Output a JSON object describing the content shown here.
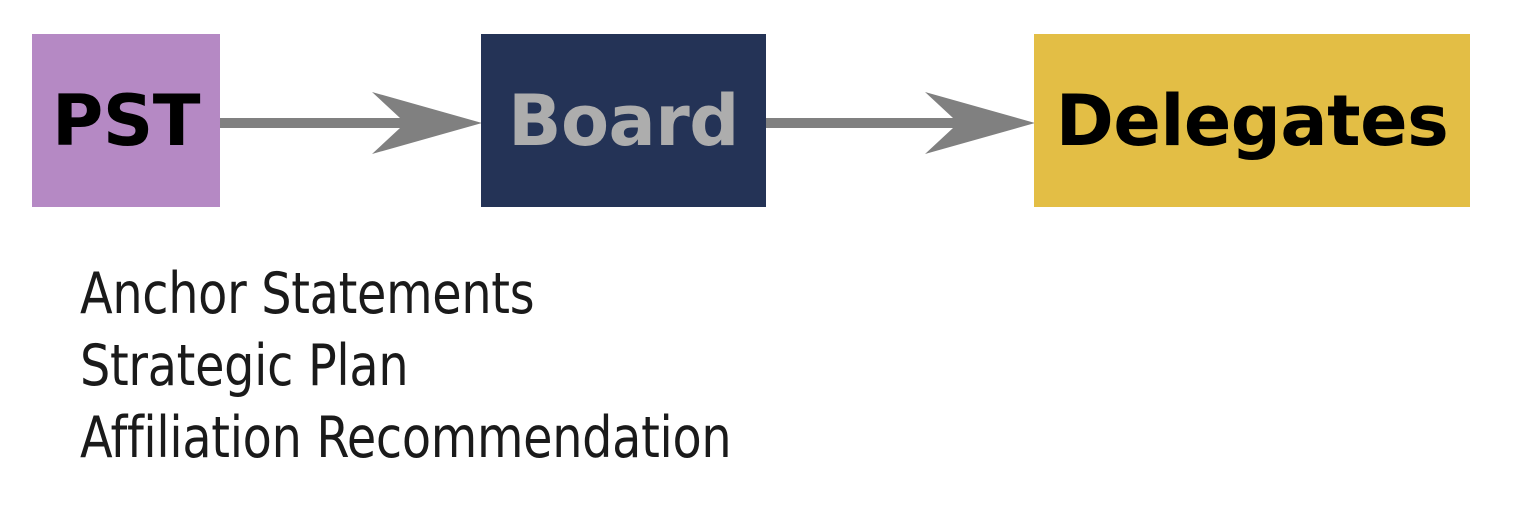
{
  "diagram": {
    "background_color": "#ffffff",
    "flow": {
      "nodes": [
        {
          "id": "pst",
          "label": "PST",
          "fill_color": "#b589c4",
          "text_color": "#000000"
        },
        {
          "id": "board",
          "label": "Board",
          "fill_color": "#243356",
          "text_color": "#adadad"
        },
        {
          "id": "delegates",
          "label": "Delegates",
          "fill_color": "#e3be45",
          "text_color": "#000000"
        }
      ],
      "connectors": [
        {
          "id": "pst-to-board",
          "from": "pst",
          "to": "board",
          "color": "#808080",
          "style": "swept-arrow"
        },
        {
          "id": "board-to-delegates",
          "from": "board",
          "to": "delegates",
          "color": "#808080",
          "style": "swept-arrow"
        }
      ]
    },
    "deliverables": {
      "text_color": "#1a1a1a",
      "items": [
        "Anchor Statements",
        "Strategic Plan",
        "Affiliation Recommendation"
      ]
    }
  }
}
